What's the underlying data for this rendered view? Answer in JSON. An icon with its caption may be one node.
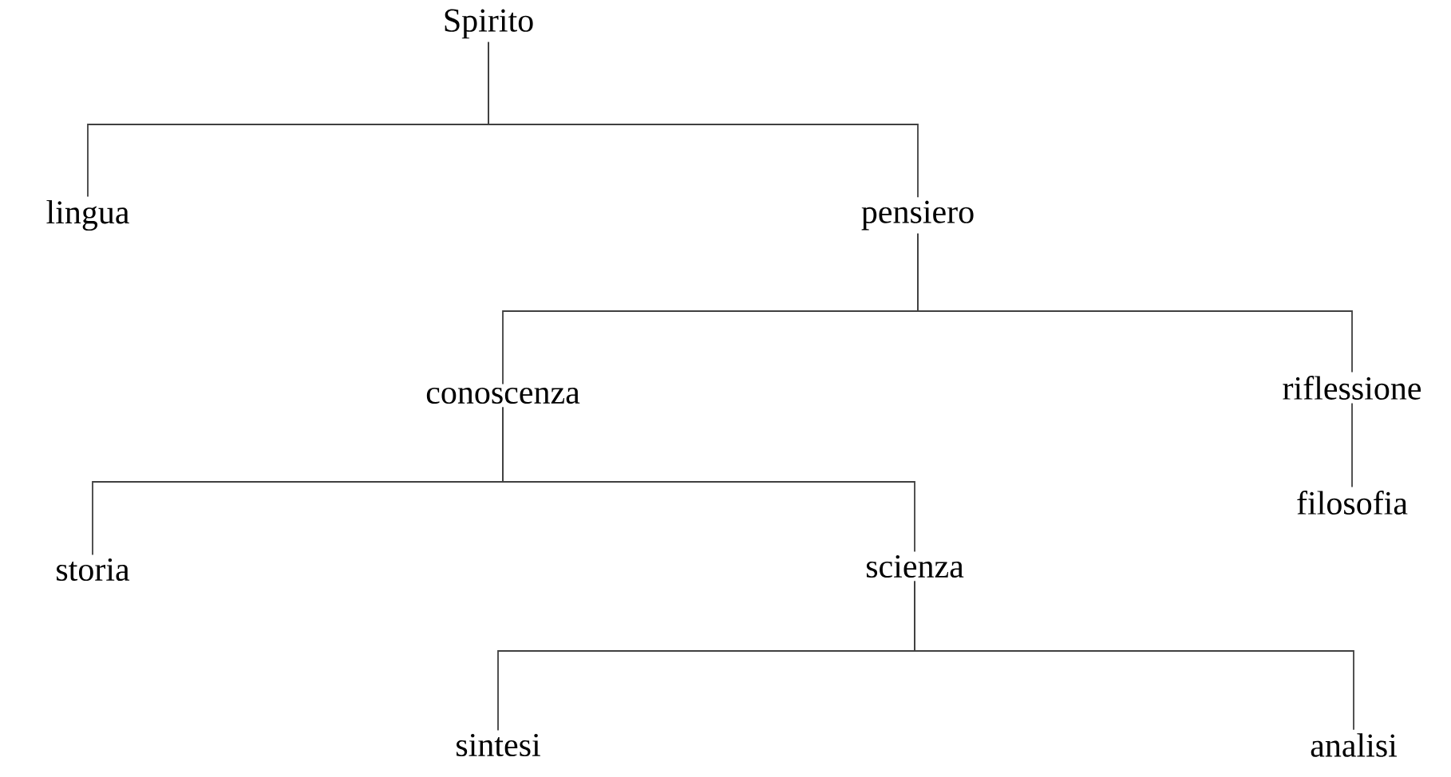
{
  "diagram": {
    "nodes": [
      {
        "text": [
          "Spirito"
        ]
      },
      {
        "text": [
          "lingua"
        ]
      },
      {
        "text": [
          "pensiero"
        ]
      },
      {
        "text": [
          "conoscenza"
        ]
      },
      {
        "text": [
          "riflessione"
        ]
      },
      {
        "text": [
          "filosofia"
        ]
      },
      {
        "text": [
          "storia"
        ]
      },
      {
        "text": [
          "scienza"
        ]
      },
      {
        "text": [
          "sintesi"
        ]
      },
      {
        "text": [
          "analisi"
        ]
      }
    ],
    "edges": [
      {
        "from": 0,
        "to": 1,
        "arrow": "none"
      },
      {
        "from": 0,
        "to": 2,
        "arrow": "none"
      },
      {
        "from": 2,
        "to": 3,
        "arrow": "none"
      },
      {
        "from": 2,
        "to": 4,
        "arrow": "none"
      },
      {
        "from": 4,
        "to": 5,
        "arrow": "none"
      },
      {
        "from": 3,
        "to": 6,
        "arrow": "none"
      },
      {
        "from": 3,
        "to": 7,
        "arrow": "none"
      },
      {
        "from": 7,
        "to": 8,
        "arrow": "none"
      },
      {
        "from": 7,
        "to": 9,
        "arrow": "none"
      }
    ]
  }
}
